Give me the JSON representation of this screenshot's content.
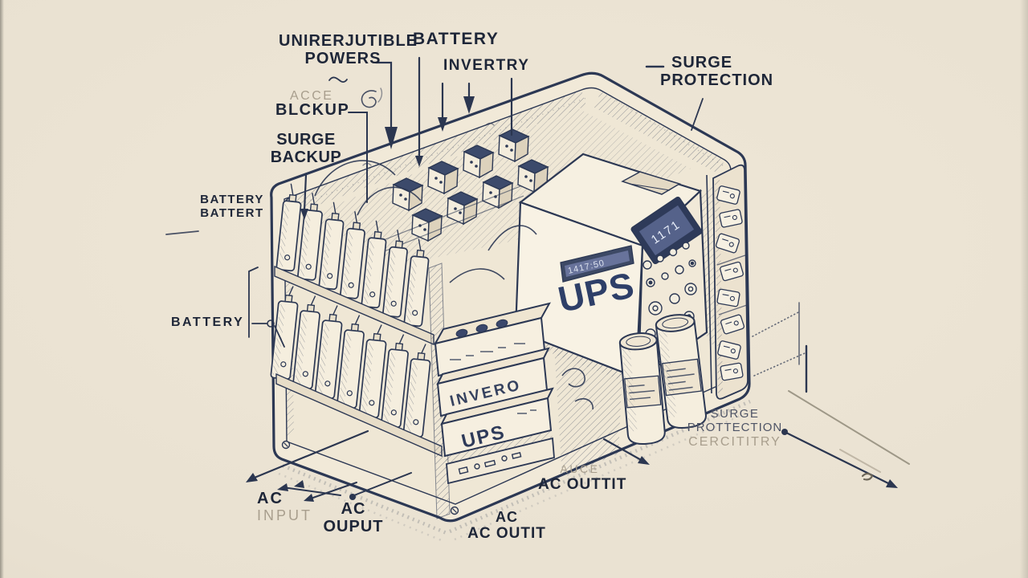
{
  "canvas": {
    "background": "#e9e1d1",
    "sketch_ink": "#2c3854",
    "label_ink": "#1e2638",
    "faded_ink": "#a89e8d",
    "gray_ink": "#4e5466"
  },
  "labels": {
    "ups_title": {
      "line1": "UNIRERJUTIBLE",
      "line2": "POWERS"
    },
    "battery_top": {
      "text": "BATTERY"
    },
    "inverter": {
      "text": "INVERTRY"
    },
    "surge_protection_top": {
      "line1": "SURGE",
      "line2": "PROTECTION"
    },
    "acce_backup": {
      "line1": "ACCE",
      "line2": "BLCKUP"
    },
    "surge_backup": {
      "line1": "SURGE",
      "line2": "BACKUP"
    },
    "battery_double": {
      "line1": "BATTERY",
      "line2": "BATTERT"
    },
    "battery_left": {
      "text": "BATTERY"
    },
    "ac_input": {
      "line1": "AC",
      "line2": "INPUT"
    },
    "ac_output": {
      "line1": "AC",
      "line2": "OUPUT"
    },
    "ac_outit": {
      "line1": "AC",
      "line2": "AC OUTIT"
    },
    "auce_outtit": {
      "line1": "AUCE",
      "line2": "AC OUTTIT"
    },
    "surge_circuitry": {
      "line1": "SURGE",
      "line2": "PROTTECTION",
      "line3": "CERCITITRY"
    }
  },
  "device": {
    "brand": "UPS",
    "front_display": "1417:50",
    "side_display": "1171",
    "internal_box_top": "INVERO",
    "internal_box_bottom": "UPS"
  }
}
